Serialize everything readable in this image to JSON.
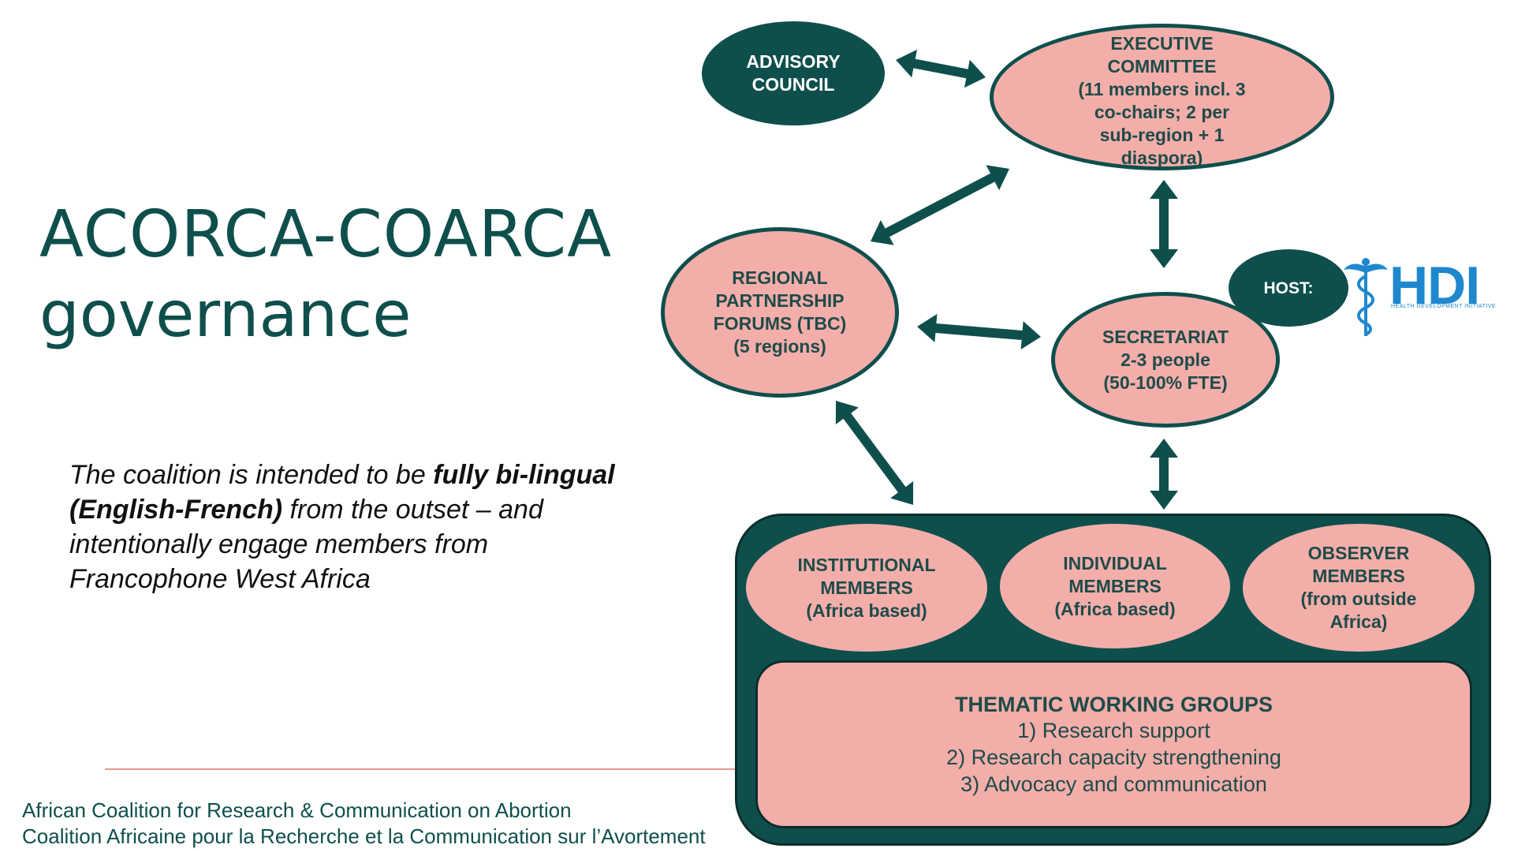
{
  "title": {
    "line1": "ACORCA-COARCA",
    "line2": "governance"
  },
  "note": {
    "part1": "The coalition is intended to be ",
    "bold": "fully bi-lingual (English-French)",
    "part2": " from the outset – and intentionally engage members from Francophone West Africa"
  },
  "footer": {
    "line1": "African Coalition for Research & Communication on Abortion",
    "line2": "Coalition Africaine pour la Recherche et la Communication sur l’Avortement"
  },
  "nodes": {
    "advisory": [
      "ADVISORY",
      "COUNCIL"
    ],
    "executive": [
      "EXECUTIVE",
      "COMMITTEE",
      "(11 members incl. 3",
      "co-chairs; 2 per",
      "sub-region + 1",
      "diaspora)"
    ],
    "regional": [
      "REGIONAL",
      "PARTNERSHIP",
      "FORUMS (TBC)",
      "(5 regions)"
    ],
    "secretariat": [
      "SECRETARIAT",
      "2-3 people",
      "(50-100% FTE)"
    ],
    "host": "HOST:",
    "institutional": [
      "INSTITUTIONAL",
      "MEMBERS",
      "(Africa based)"
    ],
    "individual": [
      "INDIVIDUAL",
      "MEMBERS",
      "(Africa based)"
    ],
    "observer": [
      "OBSERVER",
      "MEMBERS",
      "(from outside",
      "Africa)"
    ]
  },
  "working_groups": {
    "title": "THEMATIC WORKING GROUPS",
    "items": [
      "1) Research support",
      "2) Research capacity strengthening",
      "3) Advocacy and communication"
    ]
  },
  "logo": {
    "text": "HDI",
    "subtitle": "HEALTH DEVELOPMENT INITIATIVE"
  },
  "colors": {
    "dark_teal": "#0e4f4c",
    "pink": "#f3aeaa",
    "logo_blue": "#1e88cf"
  }
}
